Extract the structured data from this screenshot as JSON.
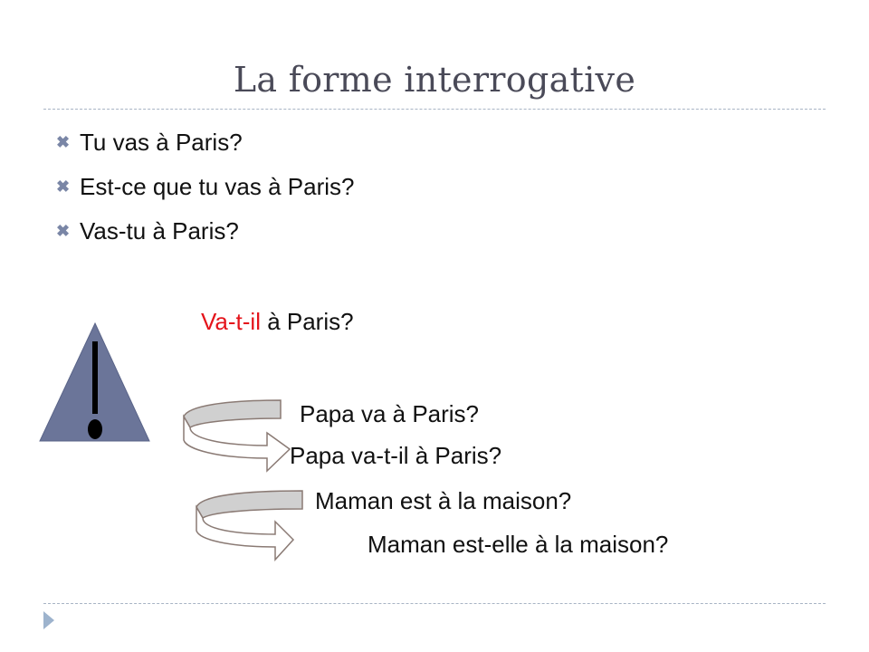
{
  "slide": {
    "title": "La forme interrogative",
    "bullets": [
      {
        "icon": "x-bullet-icon",
        "text": "Tu vas à Paris?"
      },
      {
        "icon": "x-bullet-icon",
        "text": "Est-ce que tu vas à Paris?"
      },
      {
        "icon": "x-bullet-icon",
        "text": "Vas-tu à Paris?"
      }
    ],
    "example": {
      "highlight": "Va-t-il",
      "rest": " à Paris?"
    },
    "transformations": [
      {
        "from": "Papa va à Paris?",
        "to": "Papa va-t-il à Paris?"
      },
      {
        "from": "Maman est à la maison?",
        "to": "Maman est-elle à la maison?"
      }
    ],
    "icons": {
      "warning": "warning-triangle-icon",
      "curved_arrow": "curved-arrow-icon",
      "nav": "nav-triangle-icon"
    },
    "colors": {
      "title": "#4a4a58",
      "highlight": "#e4141b",
      "bullet": "#7a86a6",
      "triangle_fill": "#6b7599",
      "rule": "#a8b4c4"
    }
  }
}
